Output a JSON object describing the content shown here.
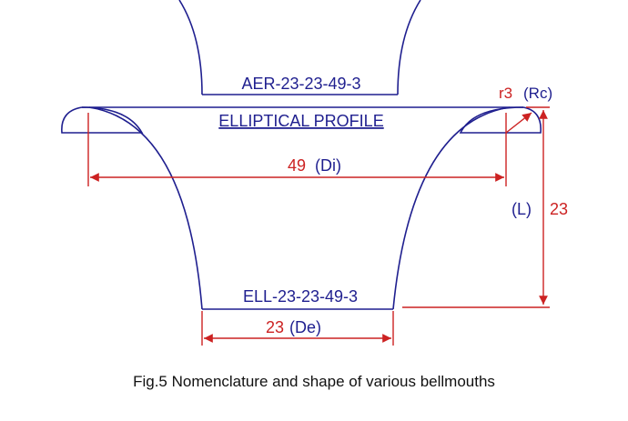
{
  "labels": {
    "aer_name": "AER-23-23-49-3",
    "profile_title": "ELLIPTICAL PROFILE",
    "ell_name": "ELL-23-23-49-3",
    "di_value": "49",
    "di_symbol": "(Di)",
    "de_value": "23",
    "de_symbol": "(De)",
    "rc_value": "r3",
    "rc_symbol": "(Rc)",
    "l_symbol": "(L)",
    "l_value": "23"
  },
  "caption": "Fig.5 Nomenclature and shape of various bellmouths",
  "colors": {
    "outline": "#1f1f8f",
    "dimension": "#cc2222",
    "caption": "#111111"
  }
}
